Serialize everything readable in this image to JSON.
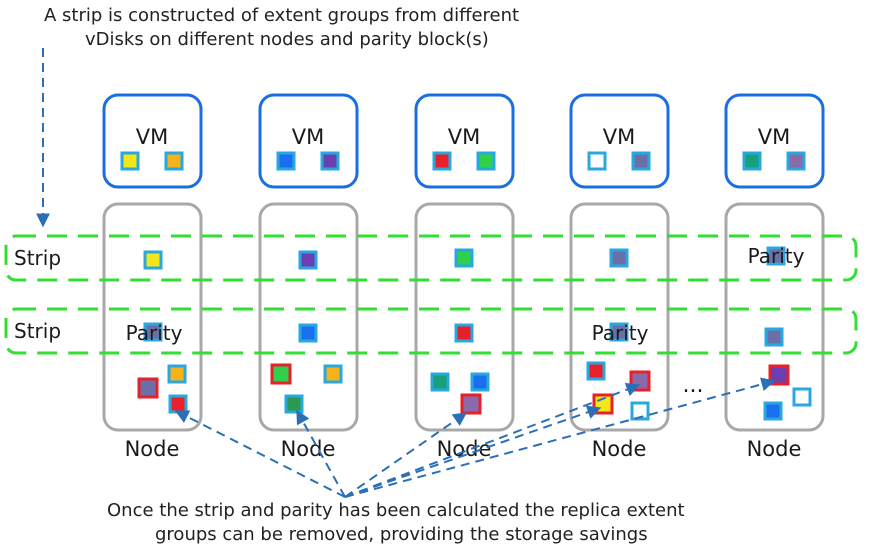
{
  "captions": {
    "top_line1": "A strip is constructed of extent groups from different",
    "top_line2": "vDisks on different nodes and parity block(s)",
    "bottom_line1": "Once the strip and parity has been calculated the replica extent",
    "bottom_line2": "groups can be removed, providing the storage savings"
  },
  "labels": {
    "vm": "VM",
    "node": "Node",
    "strip": "Strip",
    "parity": "Parity",
    "ellipsis": "..."
  },
  "colors": {
    "vm_border": "#1a6fe0",
    "node_border": "#a8a8a8",
    "strip_border": "#33dd33",
    "arrow": "#2a6fb8",
    "tile_border_default": "#29a8e0",
    "tile_border_removed": "#e8202a",
    "yellow": "#f5e61a",
    "orange": "#f5b21a",
    "blue": "#1a6ef0",
    "purple": "#6a3fb0",
    "red": "#e8202a",
    "green": "#2fd04a",
    "white": "#ffffff",
    "slate": "#6a6fa8",
    "teal": "#18a07a",
    "mauve": "#8a6aa8",
    "dark_green": "#2a9a50"
  },
  "vm_blocks": [
    [
      "yellow",
      "orange"
    ],
    [
      "blue",
      "purple"
    ],
    [
      "red",
      "green"
    ],
    [
      "white",
      "slate"
    ],
    [
      "teal",
      "mauve"
    ]
  ]
}
